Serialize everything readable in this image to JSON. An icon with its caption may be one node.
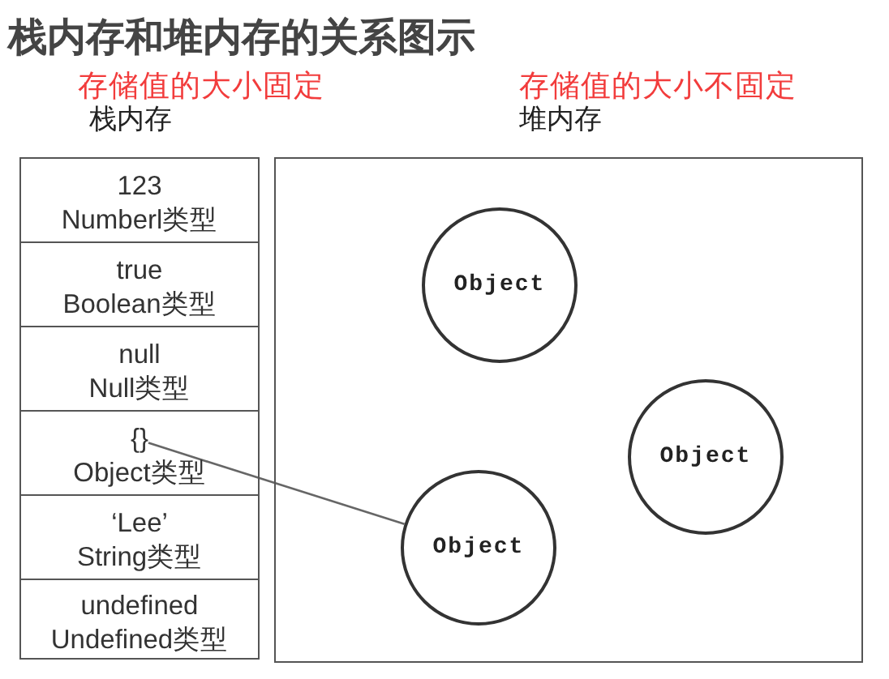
{
  "diagram": {
    "title": "栈内存和堆内存的关系图示",
    "nodes": [
      {
        "text": [
          "栈内存"
        ],
        "beside": [
          "存储值的大小固定"
        ]
      },
      {
        "text": [
          "123",
          "Numberl类型"
        ],
        "in": 0
      },
      {
        "text": [
          "true",
          "Boolean类型"
        ],
        "in": 0
      },
      {
        "text": [
          "null",
          "Null类型"
        ],
        "in": 0
      },
      {
        "text": [
          "Object类型"
        ],
        "in": 0
      },
      {
        "text": [
          "{}"
        ],
        "in": 4
      },
      {
        "text": [
          "‘Lee’",
          "String类型"
        ],
        "in": 0
      },
      {
        "text": [
          "undefined",
          "Undefined类型"
        ],
        "in": 0
      },
      {
        "text": [
          "堆内存"
        ],
        "beside": [
          "存储值的大小不固定"
        ]
      },
      {
        "text": [
          "Object"
        ],
        "in": 8
      },
      {
        "text": [
          "Object"
        ],
        "in": 8
      },
      {
        "text": [
          "Object"
        ],
        "in": 8
      }
    ],
    "edges": [
      {
        "from": 5,
        "to": 11,
        "arrow": "none"
      }
    ]
  }
}
